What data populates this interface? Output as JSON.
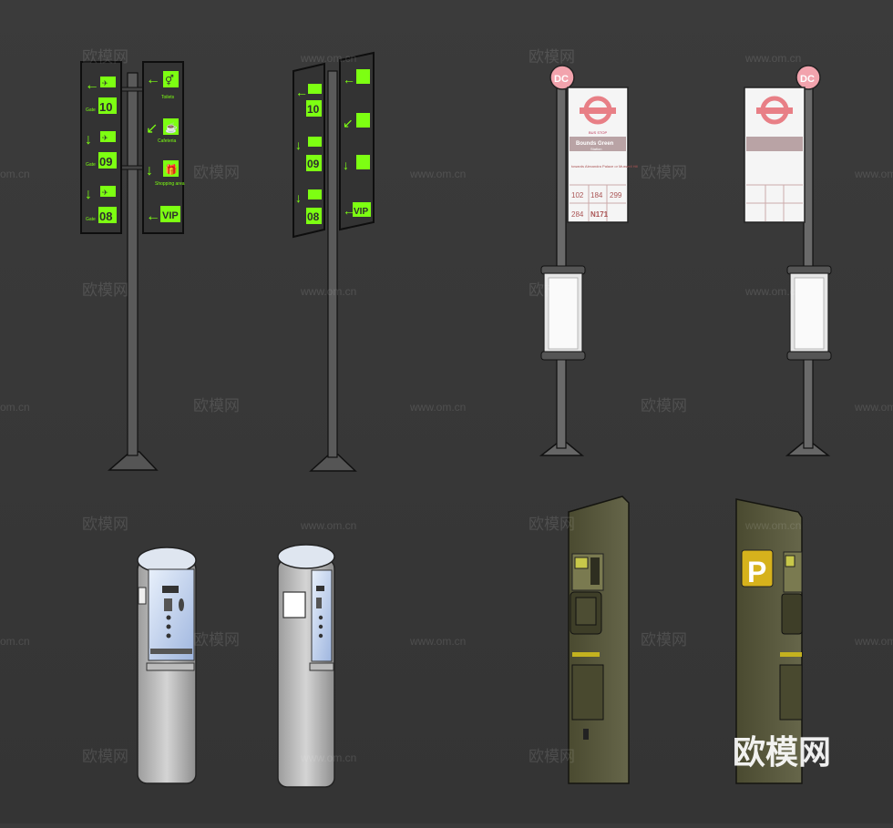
{
  "watermarks": {
    "cn": "欧模网",
    "url": "www.om.cn",
    "url_cut": "om.cn",
    "brand": "欧模网"
  },
  "wayfinding": {
    "left": [
      {
        "label": "Gate",
        "number": "10"
      },
      {
        "label": "Gate",
        "number": "09"
      },
      {
        "label": "Gate",
        "number": "08"
      }
    ],
    "right": [
      {
        "label": "Toilets"
      },
      {
        "label": "Cafeteria"
      },
      {
        "label": "Shopping area"
      }
    ],
    "vip": "VIP"
  },
  "bus_stop": {
    "roundel": "DC",
    "header": "BUS STOP",
    "name": "Bounds Green",
    "sub": "Station",
    "towards": "towards Alexandra Palace or Muswell Hill",
    "routes": [
      "102",
      "184",
      "299",
      "284",
      "N171"
    ]
  },
  "parking": {
    "sign": "P"
  },
  "colors": {
    "neon": "#7dff12",
    "bg": "#3a3a3a",
    "tfl_red": "#e87f86",
    "olive": "#5a5a3c",
    "park_yellow": "#d6b21c"
  }
}
